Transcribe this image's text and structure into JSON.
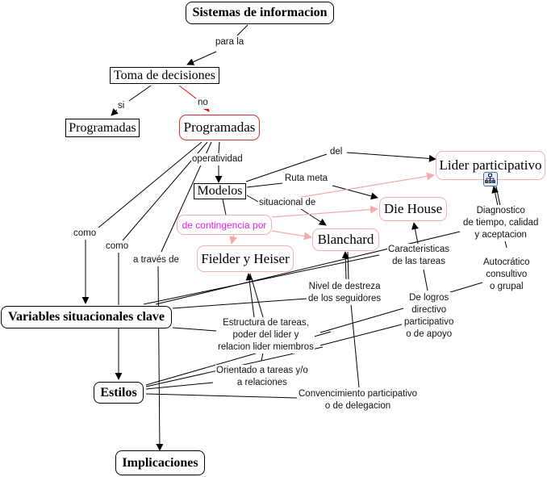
{
  "map": {
    "nodes": {
      "sistemas": "Sistemas de informacion",
      "toma": "Toma de decisiones",
      "prog_si": "Programadas",
      "prog_no": "Programadas",
      "modelos": "Modelos",
      "lider": "Lider participativo",
      "diehouse": "Die House",
      "blanchard": "Blanchard",
      "contingencia": "de contingencia por",
      "fielder": "Fielder y Heiser",
      "variables": "Variables situacionales clave",
      "estilos": "Estilos",
      "implicaciones": "Implicaciones"
    },
    "links": {
      "para_la": "para la",
      "si": "si",
      "no": "no",
      "operatividad": "operatividad",
      "del": "del",
      "ruta_meta": "Ruta meta",
      "situacional_de": "situacional de",
      "como1": "como",
      "como2": "como",
      "a_traves_de": "a través de",
      "diagnostico": [
        "Diagnostico",
        "de tiempo, calidad",
        "y aceptacion"
      ],
      "caracteristicas": [
        "Caracteristicas",
        "de las tareas"
      ],
      "autocratico": [
        "Autocrático",
        "consultivo",
        "o grupal"
      ],
      "nivel": [
        "Nivel de destreza",
        "de los seguidores"
      ],
      "de_logros": [
        "De logros",
        "directivo",
        "participativo",
        "o de apoyo"
      ],
      "estructura": [
        "Estructura de tareas,",
        "poder del lider y",
        "relacion lider miembros"
      ],
      "orientado": [
        "Orientado a tareas y/o",
        "a relaciones"
      ],
      "convencimiento": [
        "Convencimiento participativo",
        "o de delegacion"
      ]
    },
    "icons": {
      "resource": "concept-map-resource-icon"
    },
    "colors": {
      "black_link": "#000000",
      "red_link": "#e00000",
      "pink_link": "#f4aaaa",
      "red_node_border": "#cc3333",
      "pink_node_border": "#f0b0b0",
      "magenta_text": "#e020e0"
    }
  }
}
